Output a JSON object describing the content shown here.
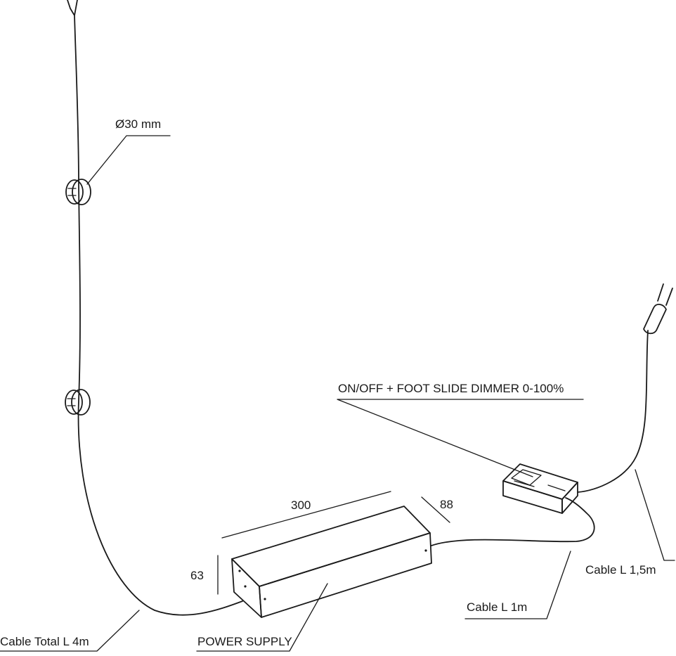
{
  "labels": {
    "diameter": "Ø30 mm",
    "dimmer": "ON/OFF + FOOT SLIDE DIMMER 0-100%",
    "length": "300",
    "depth": "88",
    "height": "63",
    "cable_15": "Cable L 1,5m",
    "cable_1": "Cable L 1m",
    "cable_total": "Cable Total L 4m",
    "power_supply": "POWER SUPPLY"
  }
}
